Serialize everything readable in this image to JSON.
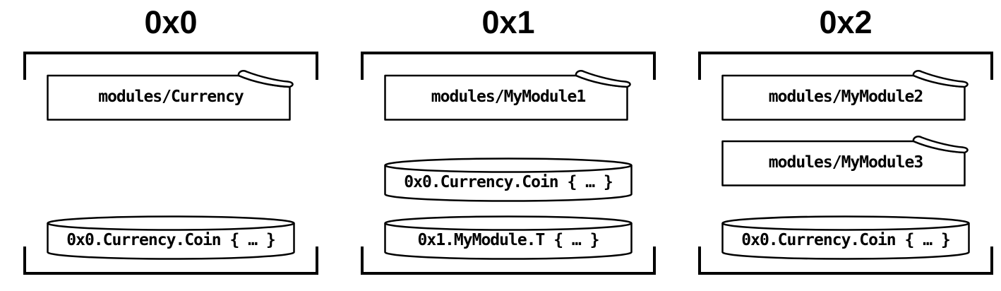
{
  "colors": {
    "stroke": "#000000",
    "shape_fill": "#ffffff",
    "background": "#ffffff"
  },
  "diagram": {
    "columns": [
      {
        "title": "0x0",
        "modules": [
          {
            "label": "modules/Currency"
          }
        ],
        "resources": [
          {
            "label": "0x0.Currency.Coin { … }"
          }
        ]
      },
      {
        "title": "0x1",
        "modules": [
          {
            "label": "modules/MyModule1"
          }
        ],
        "resources": [
          {
            "label": "0x0.Currency.Coin { … }"
          },
          {
            "label": "0x1.MyModule.T { … }"
          }
        ]
      },
      {
        "title": "0x2",
        "modules": [
          {
            "label": "modules/MyModule2"
          },
          {
            "label": "modules/MyModule3"
          }
        ],
        "resources": [
          {
            "label": "0x0.Currency.Coin { … }"
          }
        ]
      }
    ]
  }
}
